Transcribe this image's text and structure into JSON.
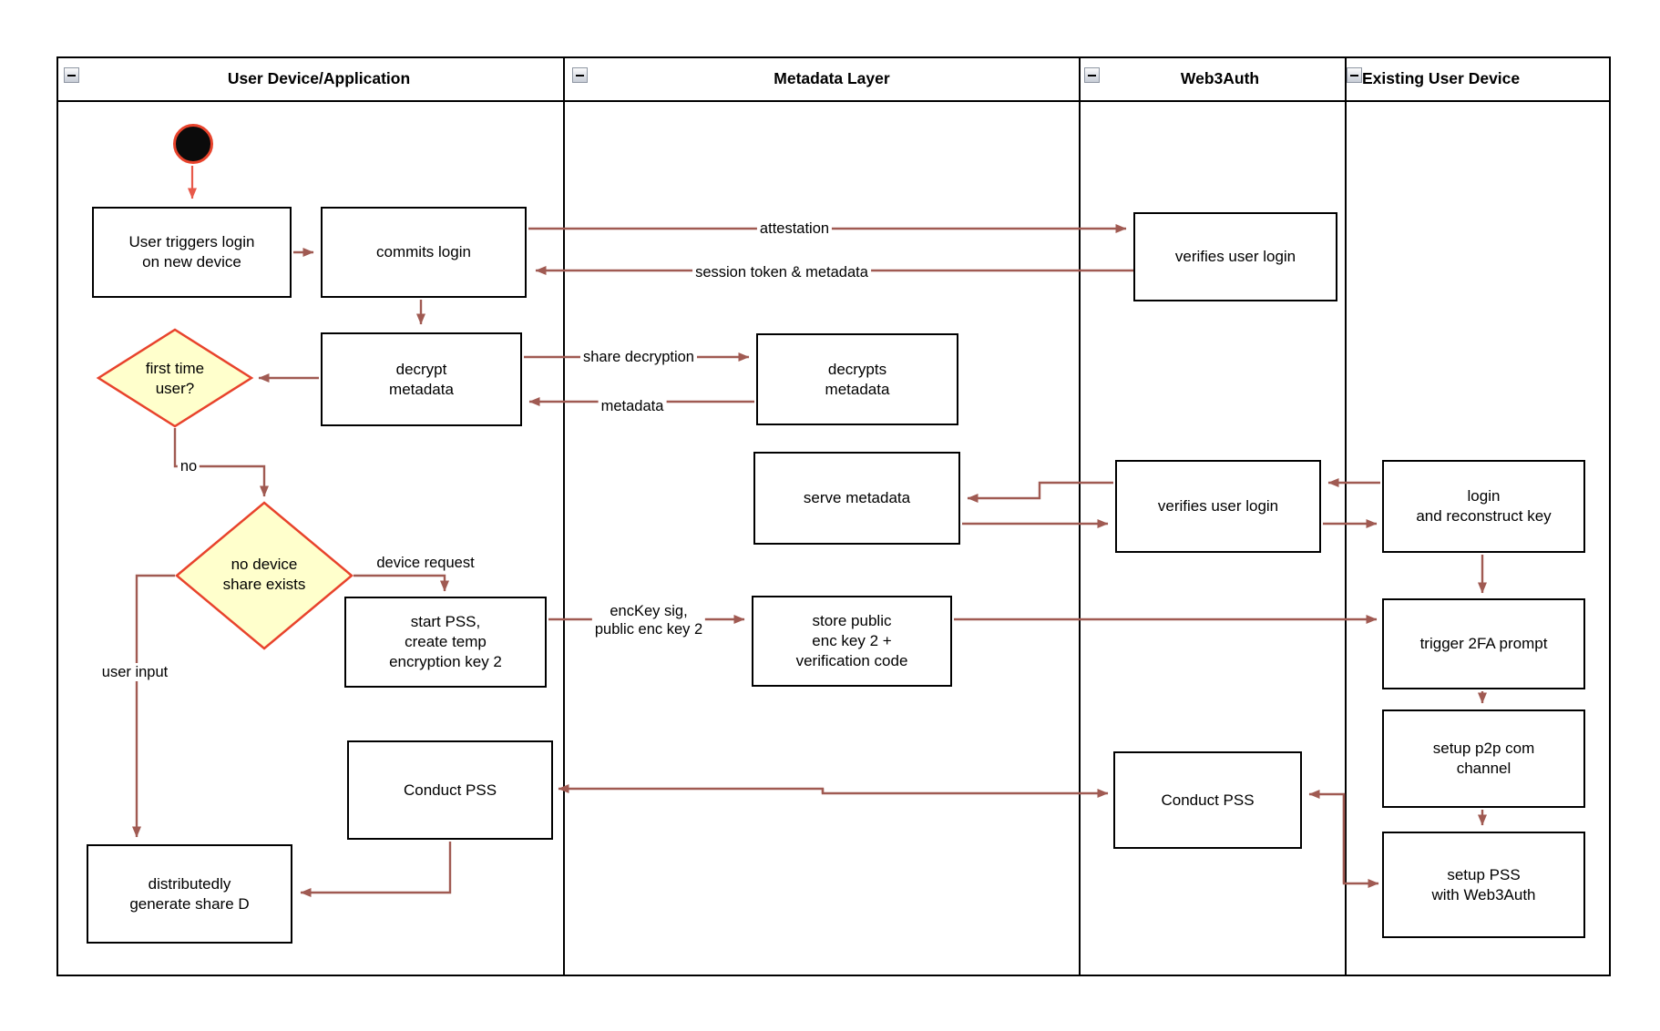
{
  "lanes": [
    {
      "label": "User Device/Application"
    },
    {
      "label": "Metadata Layer"
    },
    {
      "label": "Web3Auth"
    },
    {
      "label": "Existing User Device"
    }
  ],
  "nodes": {
    "user_triggers": "User triggers login\non new device",
    "commits_login": "commits login",
    "verifies_login_1": "verifies user login",
    "decrypt_metadata": "decrypt\nmetadata",
    "decrypts_metadata": "decrypts\nmetadata",
    "serve_metadata": "serve metadata",
    "verifies_login_2": "verifies user login",
    "login_reconstruct": "login\nand reconstruct key",
    "start_pss": "start PSS,\ncreate temp\nencryption key 2",
    "store_public": "store public\nenc key 2 +\nverification code",
    "trigger_2fa": "trigger 2FA prompt",
    "setup_p2p": "setup p2p com\nchannel",
    "setup_pss": "setup PSS\nwith Web3Auth",
    "conduct_pss_user": "Conduct PSS",
    "conduct_pss_w3a": "Conduct PSS",
    "distrib_share": "distributedly\ngenerate share D",
    "first_time_user": "first time\nuser?",
    "no_device_share": "no device\nshare exists"
  },
  "edge_labels": {
    "attestation": "attestation",
    "session_token": "session token & metadata",
    "share_decryption": "share decryption",
    "metadata": "metadata",
    "no": "no",
    "device_request": "device request",
    "user_input": "user input",
    "enc_key": "encKey sig,\npublic enc key 2"
  },
  "colors": {
    "arrow": "#a05a52",
    "accent": "#e8432c",
    "start_arrow": "#e8594a",
    "diamond_fill": "#ffffcc",
    "start_fill": "#0b0b0b"
  }
}
